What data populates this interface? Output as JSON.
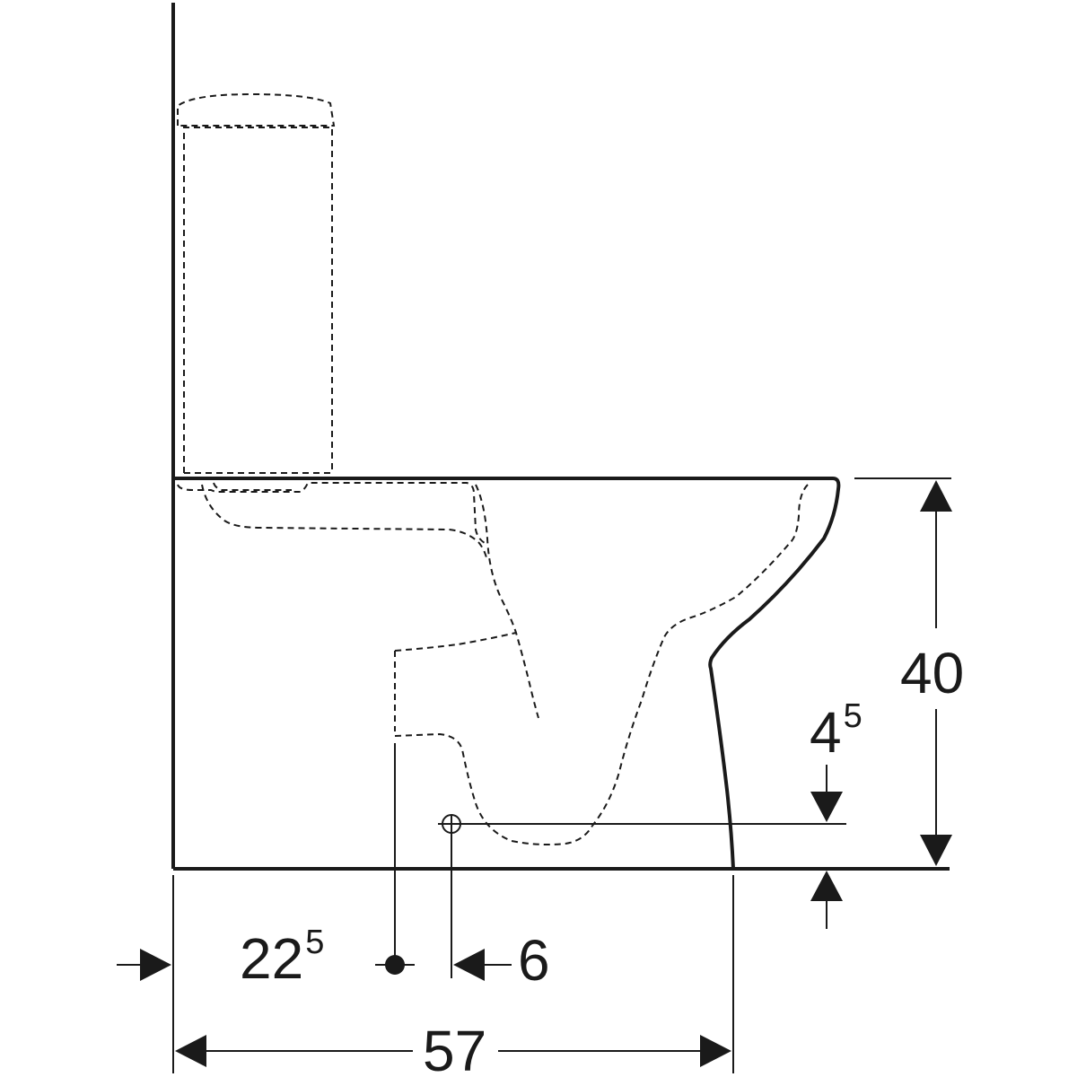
{
  "dimensions": {
    "rim_height": "40",
    "floor_gap": {
      "main": "4",
      "sup": "5"
    },
    "outlet_from_wall": {
      "main": "22",
      "sup": "5"
    },
    "outlet_offset": "6",
    "total_depth": "57"
  },
  "colors": {
    "line": "#1a1a1a",
    "background": "#ffffff"
  }
}
